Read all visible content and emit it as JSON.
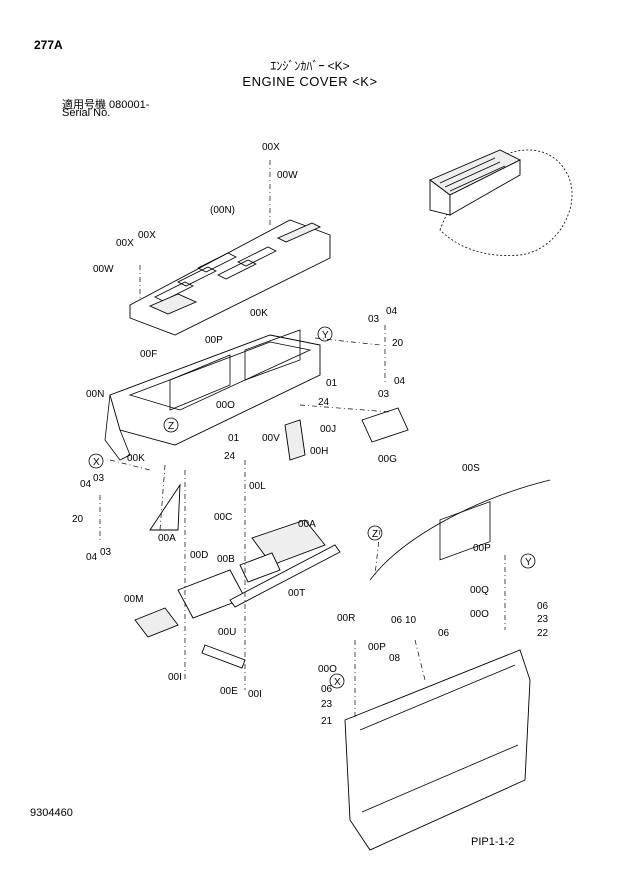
{
  "page_id": "277A",
  "title_jp": "ｴﾝｼﾞﾝｶﾊﾞｰ <K>",
  "title_en": "ENGINE COVER <K>",
  "serial_line1": "適用号機  080001-",
  "serial_line2": "Serial No.",
  "doc_number": "9304460",
  "page_ref": "PIP1-1-2",
  "callouts": {
    "c_00x_top": "00X",
    "c_00w_top": "00W",
    "c_00n_paren": "(00N)",
    "c_00x_a": "00X",
    "c_00x_b": "00X",
    "c_00w_left": "00W",
    "c_00k_top": "00K",
    "c_y_circle": "Y",
    "c_03_tr": "03",
    "c_04_tr": "04",
    "c_20_tr": "20",
    "c_03_tr2": "03",
    "c_04_tr2": "04",
    "c_00p_top": "00P",
    "c_00f": "00F",
    "c_01_a": "01",
    "c_24_a": "24",
    "c_00n": "00N",
    "c_00o": "00O",
    "c_z_circle": "Z",
    "c_00j": "00J",
    "c_01_b": "01",
    "c_00v": "00V",
    "c_24_b": "24",
    "c_00h": "00H",
    "c_00k_left": "00K",
    "c_00g": "00G",
    "c_x_circle": "X",
    "c_04_l": "04",
    "c_03_l": "03",
    "c_20_l": "20",
    "c_04_l2": "04",
    "c_03_l2": "03",
    "c_00l": "00L",
    "c_00s": "00S",
    "c_00a_l": "00A",
    "c_00c": "00C",
    "c_00a_r": "00A",
    "c_00d": "00D",
    "c_00b": "00B",
    "c_z_circle2": "Z",
    "c_00t": "00T",
    "c_00m": "00M",
    "c_00u": "00U",
    "c_00p_r": "00P",
    "c_y_circle2": "Y",
    "c_00q": "00Q",
    "c_00o_r": "00O",
    "c_06_r": "06",
    "c_23_r": "23",
    "c_22_r": "22",
    "c_00r": "00R",
    "c_06_m": "06",
    "c_10_m": "10",
    "c_06_m2": "06",
    "c_00p_m": "00P",
    "c_08_m": "08",
    "c_00o_m": "00O",
    "c_x_circle2": "X",
    "c_06_m3": "06",
    "c_23_m": "23",
    "c_21_m": "21",
    "c_00i_l": "00I",
    "c_00e": "00E",
    "c_00i_r": "00I"
  }
}
